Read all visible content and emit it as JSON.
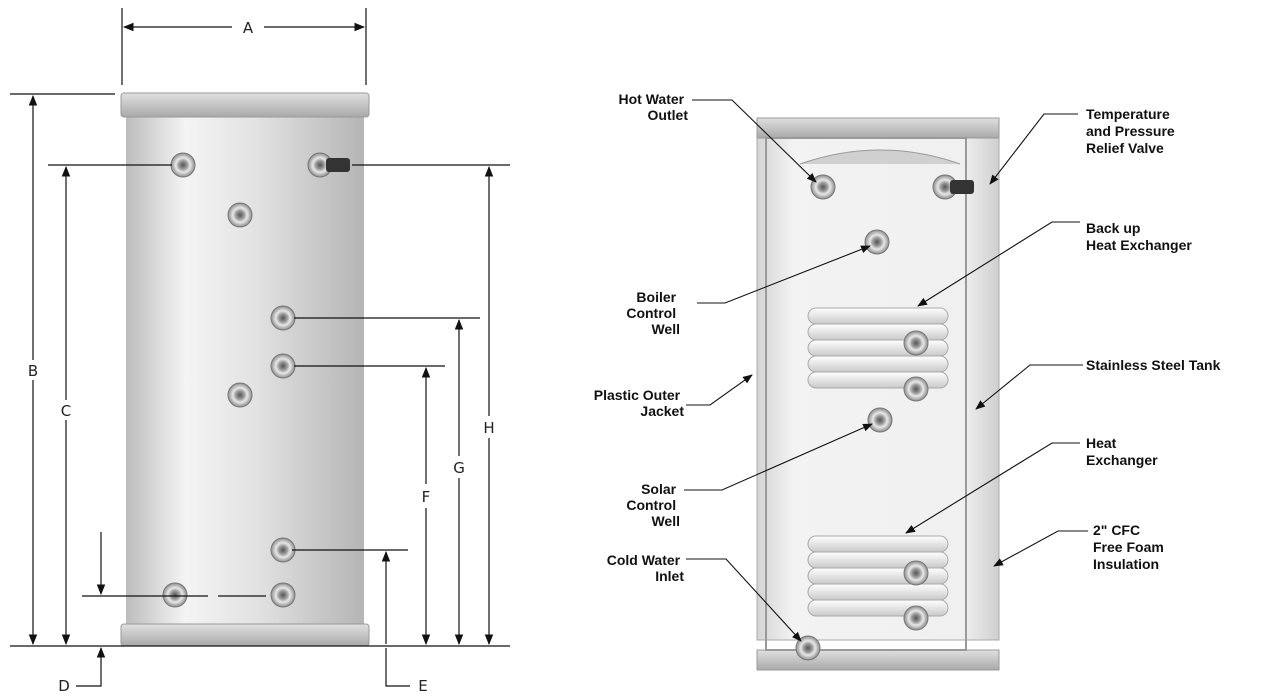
{
  "dimension_labels": {
    "a": "A",
    "b": "B",
    "c": "C",
    "d": "D",
    "e": "E",
    "f": "F",
    "g": "G",
    "h": "H"
  },
  "callouts": {
    "hot_water_outlet": [
      "Hot Water",
      "Outlet"
    ],
    "boiler_control_well": [
      "Boiler",
      "Control",
      "Well"
    ],
    "plastic_outer_jacket": [
      "Plastic Outer",
      "Jacket"
    ],
    "solar_control_well": [
      "Solar",
      "Control",
      "Well"
    ],
    "cold_water_inlet": [
      "Cold Water",
      "Inlet"
    ],
    "temp_pressure_relief_valve": [
      "Temperature",
      "and Pressure",
      "Relief Valve"
    ],
    "back_up_heat_exchanger": [
      "Back up",
      "Heat Exchanger"
    ],
    "stainless_steel_tank": [
      "Stainless Steel Tank"
    ],
    "heat_exchanger": [
      "Heat",
      "Exchanger"
    ],
    "cfc_free_foam_insulation": [
      "2\" CFC",
      "Free Foam",
      "Insulation"
    ]
  },
  "colors": {
    "tank_light": "#f2f2f2",
    "tank_shade": "#bdbdbd",
    "cap": "#c8c8c8",
    "line": "#111111",
    "valve_dark": "#333333"
  }
}
